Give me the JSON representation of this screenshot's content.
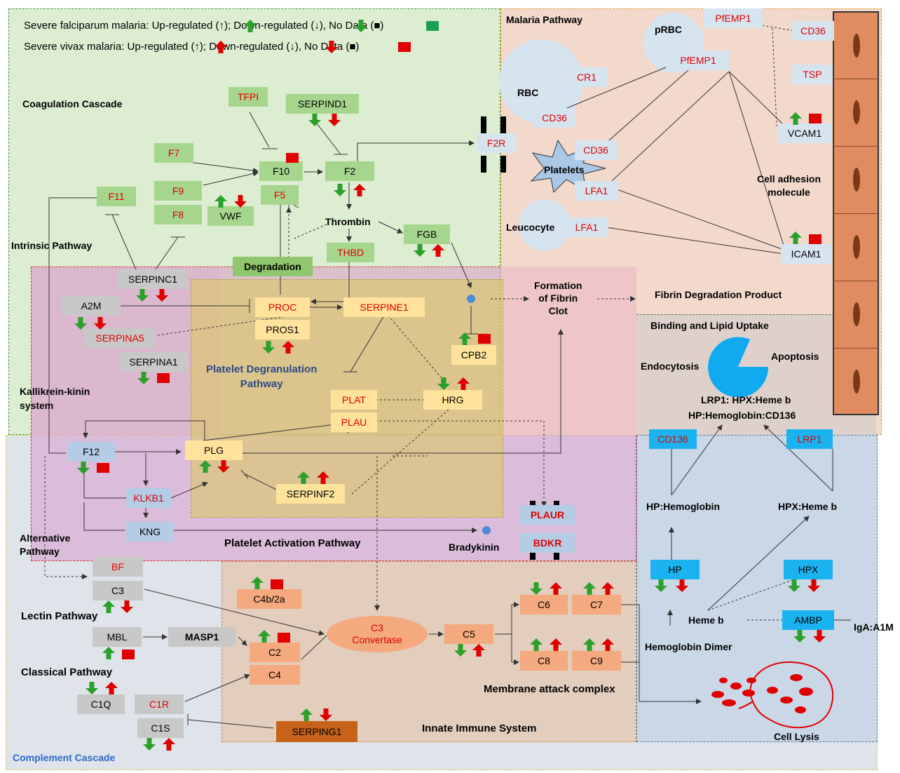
{
  "legend": {
    "falciparum": "Severe falciparum malaria: Up-regulated (↑); Down-regulated (↓), No Data (■)",
    "vivax": "Severe vivax  malaria: Up-regulated (↑); Down-regulated (↓), No Data (■)"
  },
  "colors": {
    "up_down_green": "#2ca02c",
    "up_down_red": "#e00000",
    "nodata_green": "#1aa052",
    "nodata_red": "#e00000"
  },
  "labels": {
    "coagulation": "Coagulation Cascade",
    "intrinsic": "Intrinsic Pathway",
    "kallikrein": "Kallikrein-kinin\nsystem",
    "platelet_degranulation": "Platelet Degranulation\nPathway",
    "malaria": "Malaria Pathway",
    "cell_adhesion": "Cell adhesion\nmolecule",
    "fibrin_degradation": "Fibrin Degradation Product",
    "formation_clot": "Formation\nof Fibrin\nClot",
    "binding_lipid": "Binding and Lipid Uptake",
    "endocytosis": "Endocytosis",
    "apoptosis": "Apoptosis",
    "lrp1_hpx": "LRP1: HPX:Heme b",
    "hp_hemo_cd136": "HP:Hemoglobin:CD136",
    "alternative": "Alternative\nPathway",
    "platelet_activation": "Platelet Activation Pathway",
    "bradykinin": "Bradykinin",
    "lectin": "Lectin Pathway",
    "classical": "Classical Pathway",
    "complement": "Complement Cascade",
    "mac": "Membrane attack complex",
    "innate": "Innate Immune System",
    "cell_lysis": "Cell Lysis",
    "hp_hemoglobin": "HP:Hemoglobin",
    "hpx_heme": "HPX:Heme b",
    "heme_b": "Heme b",
    "hemoglobin_dimer": "Hemoglobin Dimer",
    "iga": "IgA:A1M",
    "thrombin": "Thrombin",
    "rbc": "RBC",
    "prbc": "pRBC",
    "platelets": "Platelets",
    "leucocyte": "Leucocyte"
  },
  "nodes": {
    "tfpi": "TFPI",
    "serpind1": "SERPIND1",
    "f7": "F7",
    "f9": "F9",
    "f8": "F8",
    "f10": "F10",
    "f2": "F2",
    "f5": "F5",
    "vwf": "VWF",
    "f11": "F11",
    "thbd": "THBD",
    "fgb": "FGB",
    "degradation": "Degradation",
    "serpinc1": "SERPINC1",
    "a2m": "A2M",
    "serpina5": "SERPINA5",
    "serpina1": "SERPINA1",
    "proc": "PROC",
    "pros1": "PROS1",
    "serpine1": "SERPINE1",
    "cpb2": "CPB2",
    "plat": "PLAT",
    "plau": "PLAU",
    "hrg": "HRG",
    "plg": "PLG",
    "serpinf2": "SERPINF2",
    "f12": "F12",
    "klkb1": "KLKB1",
    "kng": "KNG",
    "plaur": "PLAUR",
    "bdkr": "BDKR",
    "f2r": "F2R",
    "cr1": "CR1",
    "cd36_rbc": "CD36",
    "cd36_plt": "CD36",
    "lfa1_plt": "LFA1",
    "lfa1_leu": "LFA1",
    "pfemp1_top": "PfEMP1",
    "pfemp1_mid": "PfEMP1",
    "cd36_r": "CD36",
    "tsp": "TSP",
    "vcam1": "VCAM1",
    "icam1": "ICAM1",
    "cd136": "CD136",
    "lrp1": "LRP1",
    "hp": "HP",
    "hpx": "HPX",
    "ambp": "AMBP",
    "bf": "BF",
    "c3": "C3",
    "mbl": "MBL",
    "masp1": "MASP1",
    "c1q": "C1Q",
    "c1r": "C1R",
    "c1s": "C1S",
    "c4b2a": "C4b/2a",
    "c2": "C2",
    "c4": "C4",
    "c3conv": "C3\nConvertase",
    "c5": "C5",
    "c6": "C6",
    "c7": "C7",
    "c8": "C8",
    "c9": "C9",
    "serping1": "SERPING1"
  }
}
